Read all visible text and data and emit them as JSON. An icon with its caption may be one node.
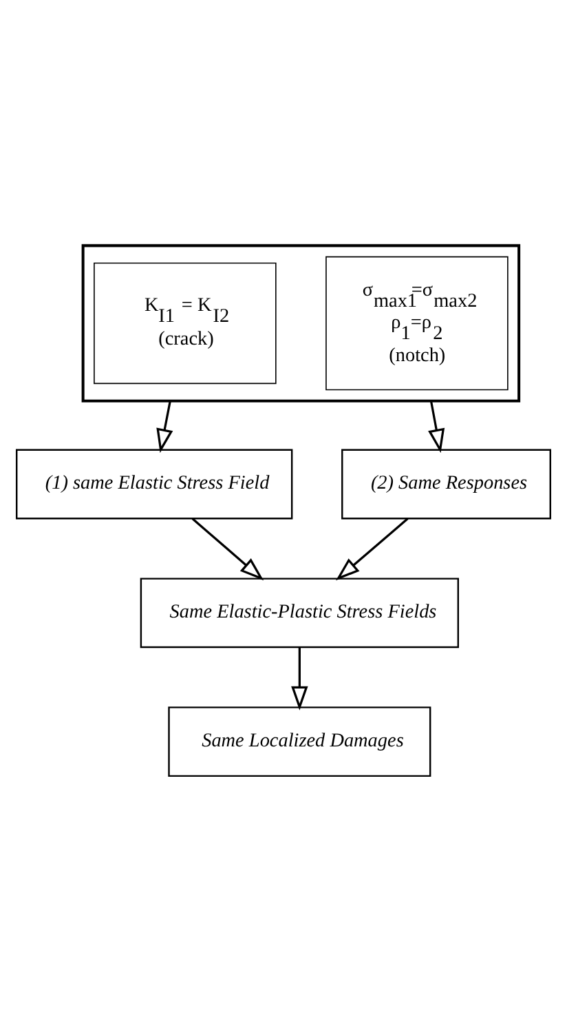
{
  "diagram": {
    "nodes": [
      {
        "text": [],
        "shape": "box"
      },
      {
        "text": [
          "K$_{I1}$ = K$_{I2}$",
          "(crack)"
        ],
        "in": 0
      },
      {
        "text": [
          "σ$_{max1}$=σ$_{max2}$",
          "ρ$_{1}$=ρ$_{2}$",
          "(notch)"
        ],
        "in": 0
      },
      {
        "text": [
          "(1) same Elastic Stress Field"
        ]
      },
      {
        "text": [
          "(2) Same Responses"
        ]
      },
      {
        "text": [
          "Same Elastic-Plastic Stress Fields"
        ]
      },
      {
        "text": [
          "Same Localized Damages"
        ]
      }
    ],
    "edges": [
      {
        "from": 0,
        "to": 3,
        "arrow": "to"
      },
      {
        "from": 0,
        "to": 4,
        "arrow": "to"
      },
      {
        "from": 3,
        "to": 5,
        "arrow": "to"
      },
      {
        "from": 4,
        "to": 5,
        "arrow": "to"
      },
      {
        "from": 5,
        "to": 6,
        "arrow": "to"
      }
    ]
  }
}
